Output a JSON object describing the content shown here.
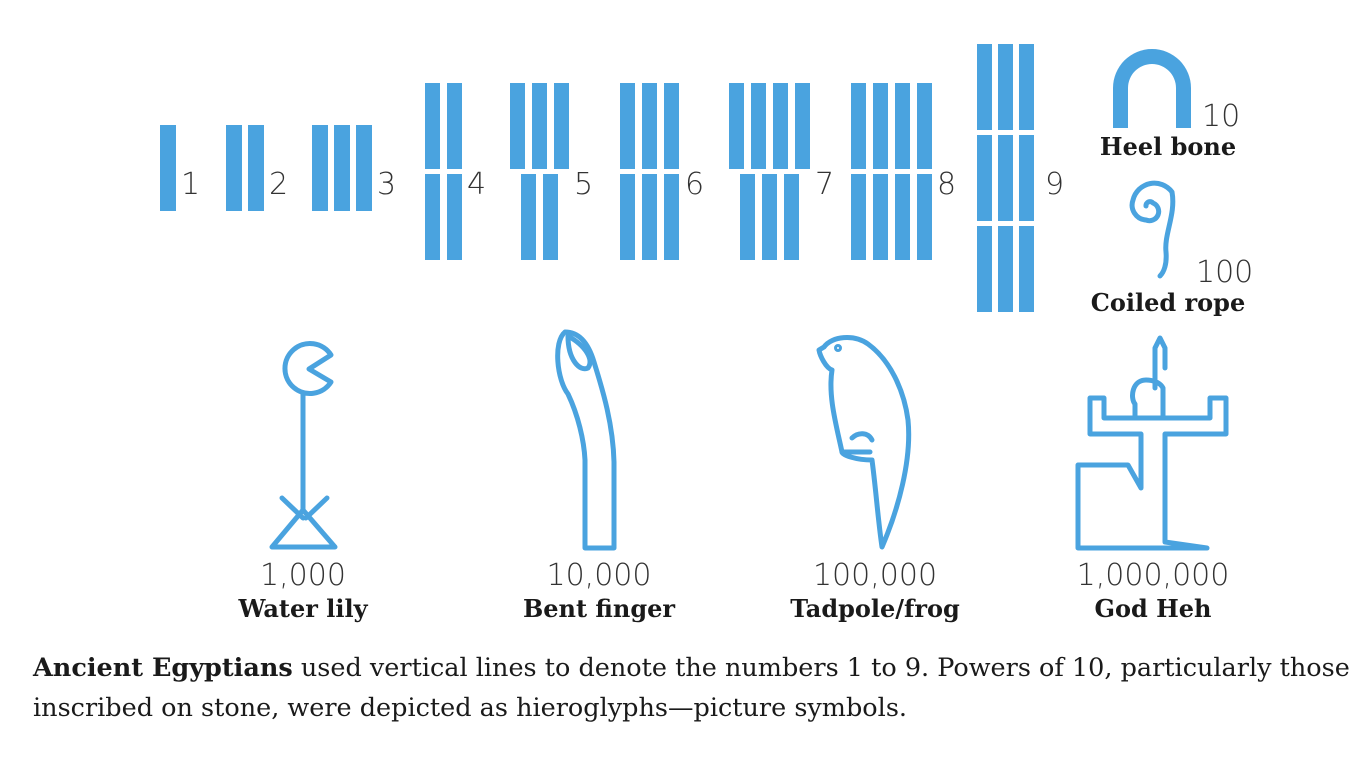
{
  "numerals": [
    {
      "digit": "1"
    },
    {
      "digit": "2"
    },
    {
      "digit": "3"
    },
    {
      "digit": "4"
    },
    {
      "digit": "5"
    },
    {
      "digit": "6"
    },
    {
      "digit": "7"
    },
    {
      "digit": "8"
    },
    {
      "digit": "9"
    }
  ],
  "symbols": {
    "heel_bone": {
      "value": "10",
      "label": "Heel bone",
      "icon": "heel-bone-icon"
    },
    "coiled_rope": {
      "value": "100",
      "label": "Coiled rope",
      "icon": "coiled-rope-icon"
    },
    "water_lily": {
      "value": "1,000",
      "label": "Water lily",
      "icon": "water-lily-icon"
    },
    "bent_finger": {
      "value": "10,000",
      "label": "Bent finger",
      "icon": "bent-finger-icon"
    },
    "tadpole": {
      "value": "100,000",
      "label": "Tadpole/frog",
      "icon": "tadpole-frog-icon"
    },
    "god_heh": {
      "value": "1,000,000",
      "label": "God Heh",
      "icon": "god-heh-icon"
    }
  },
  "caption": {
    "bold": "Ancient Egyptians",
    "text": " used vertical lines to denote the numbers 1 to 9. Powers of 10, particularly those inscribed on stone, were depicted as hieroglyphs—picture symbols."
  },
  "colors": {
    "glyph": "#4aa3df",
    "text": "#1a1a1a"
  }
}
